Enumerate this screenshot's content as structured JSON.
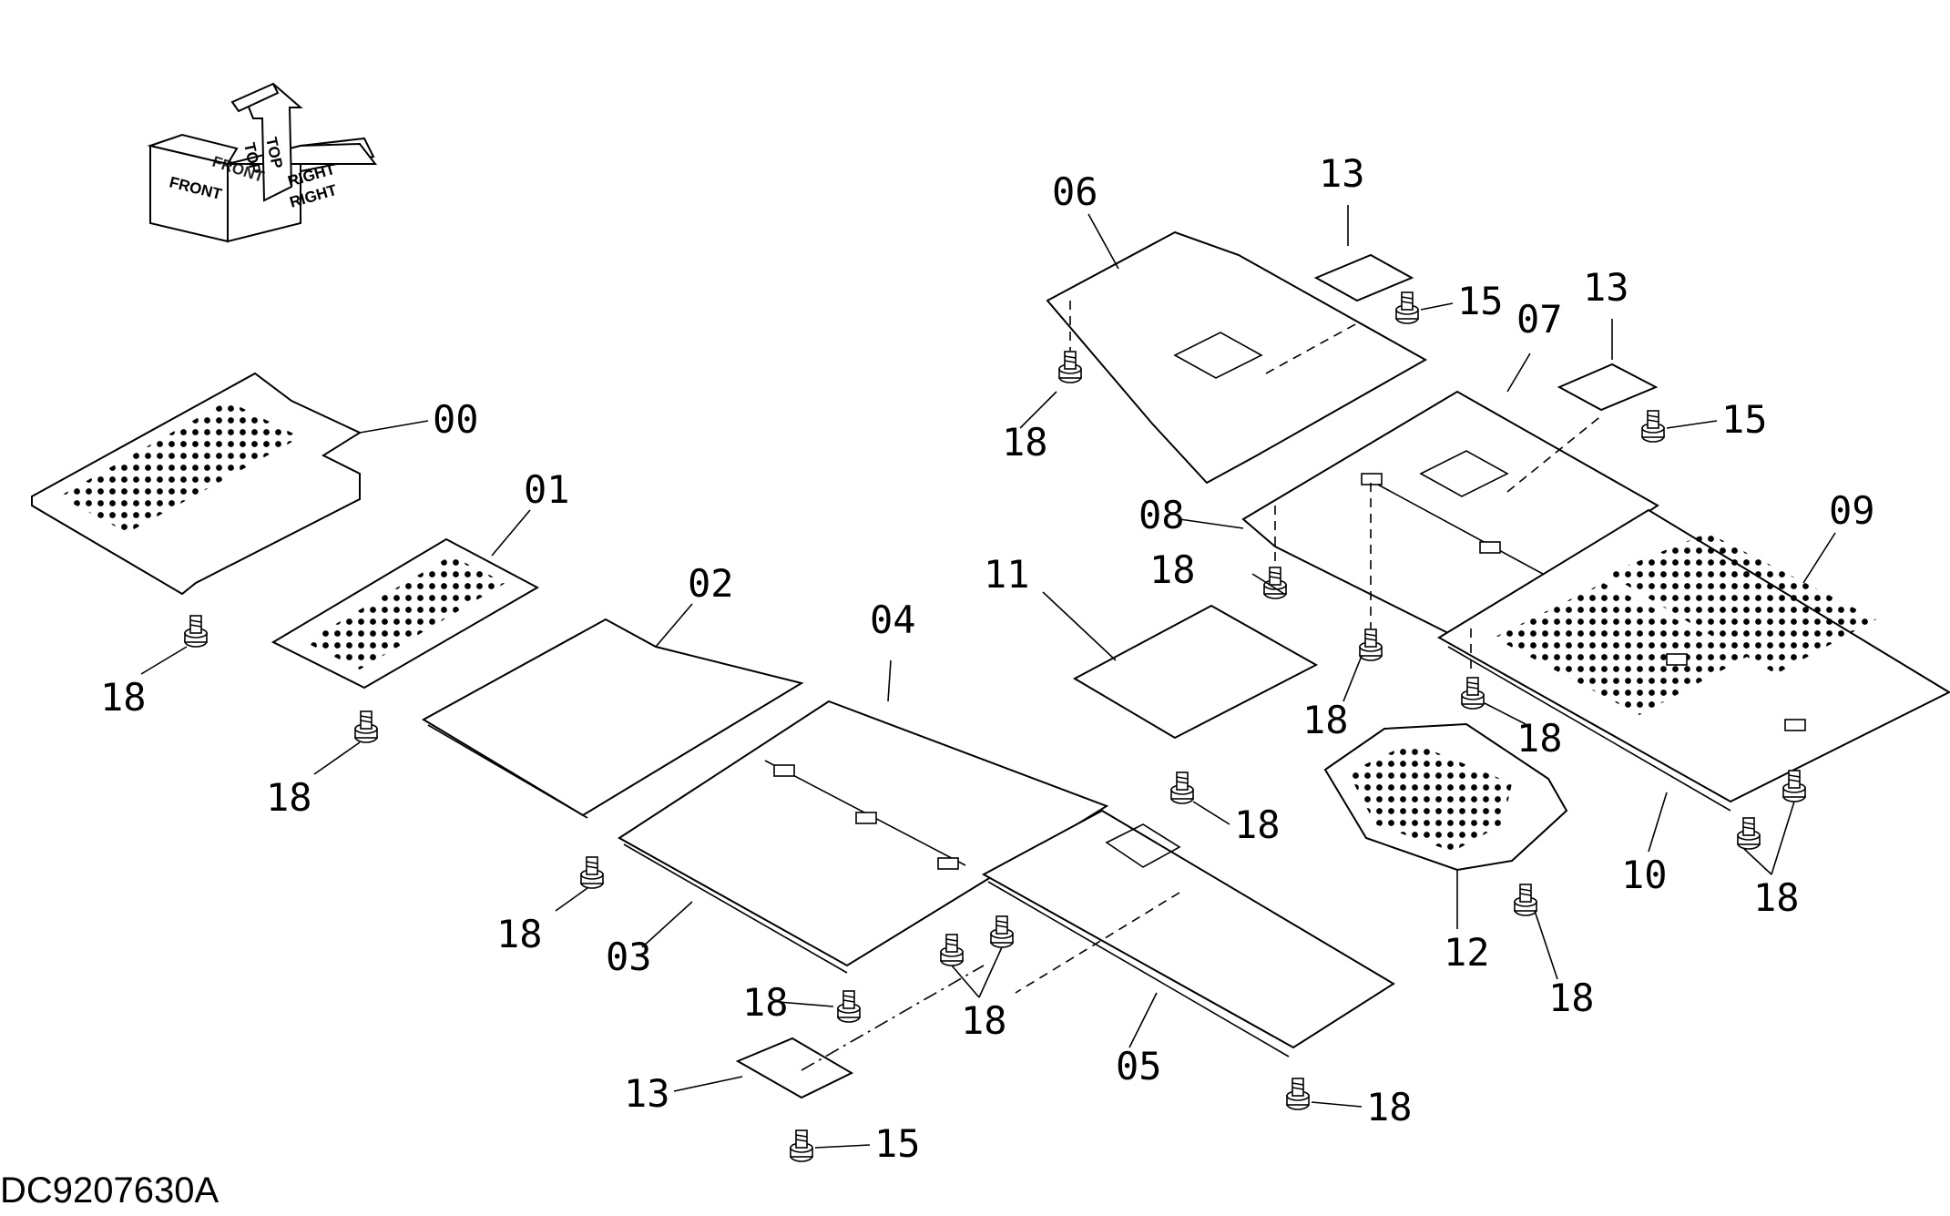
{
  "drawing_code": "DC9207630A",
  "orientation": {
    "front": "FRONT",
    "top": "TOP",
    "right": "RIGHT"
  },
  "part_labels": {
    "p00": "00",
    "p01": "01",
    "p02": "02",
    "p03": "03",
    "p04": "04",
    "p05": "05",
    "p06": "06",
    "p07": "07",
    "p08": "08",
    "p09": "09",
    "p10": "10",
    "p11": "11",
    "p12": "12",
    "p13": "13",
    "p15": "15",
    "p18": "18"
  }
}
